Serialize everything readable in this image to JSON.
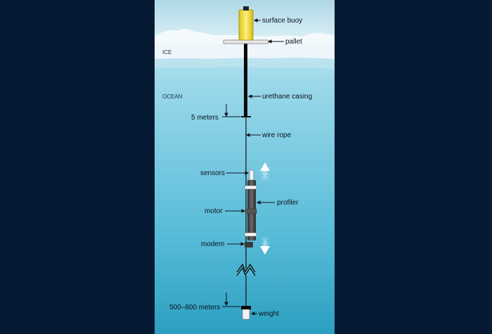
{
  "diagram": {
    "labels": {
      "surface_buoy": "surface buoy",
      "pallet": "pallet",
      "ice": "ICE",
      "ocean": "OCEAN",
      "urethane_casing": "urethane casing",
      "five_meters": "5 meters",
      "wire_rope": "wire rope",
      "sensors": "sensors",
      "profiler": "profiler",
      "motor": "motor",
      "modem": "modem",
      "depth_range": "500–800 meters",
      "weight": "weight"
    },
    "colors": {
      "background": "#071a33",
      "ice": "#eef6fb",
      "water_top": "#c9ecf6",
      "water_bottom": "#2fa4c4",
      "buoy": "#f2e23a",
      "casing": "#0a0a0a",
      "profiler": "#4a4a4a"
    }
  }
}
